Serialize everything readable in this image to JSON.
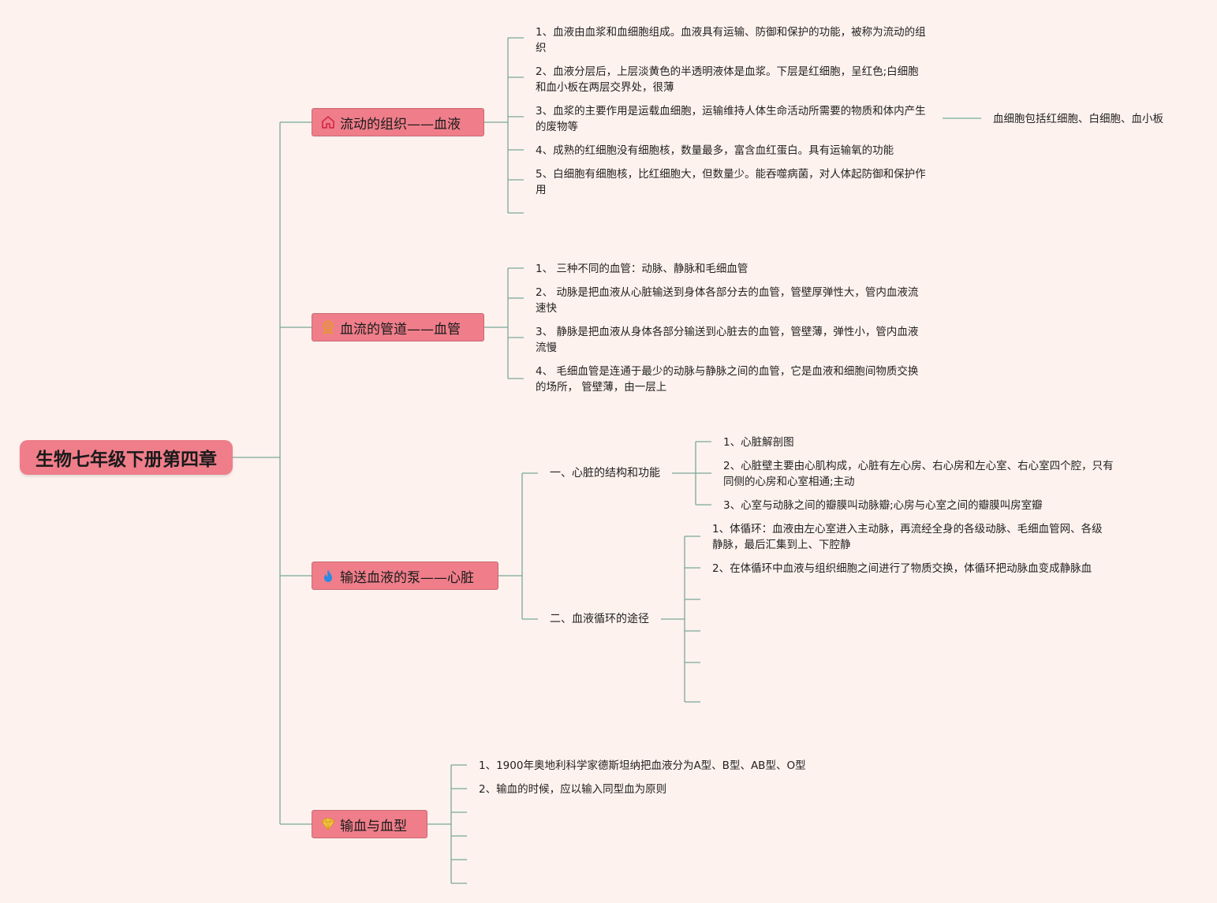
{
  "root": {
    "title": "生物七年级下册第四章"
  },
  "topics": {
    "blood": {
      "title": "流动的组织——血液",
      "items": [
        "1、血液由血浆和血细胞组成。血液具有运输、防御和保护的功能，被称为流动的组织",
        "2、血液分层后，上层淡黄色的半透明液体是血浆。下层是红细胞，呈红色;白细胞和血小板在两层交界处，很薄",
        "3、血浆的主要作用是运载血细胞，运输维持人体生命活动所需要的物质和体内产生的废物等",
        "4、成熟的红细胞没有细胞核，数量最多，富含血红蛋白。具有运输氧的功能",
        "5、白细胞有细胞核，比红细胞大，但数量少。能吞噬病菌，对人体起防御和保护作用"
      ],
      "extra": "血细胞包括红细胞、白细胞、血小板"
    },
    "vessel": {
      "title": "血流的管道——血管",
      "items": [
        "1、 三种不同的血管：动脉、静脉和毛细血管",
        "2、 动脉是把血液从心脏输送到身体各部分去的血管，管壁厚弹性大，管内血液流速快",
        "3、 静脉是把血液从身体各部分输送到心脏去的血管，管壁薄，弹性小，管内血液流慢",
        "4、 毛细血管是连通于最少的动脉与静脉之间的血管，它是血液和细胞间物质交换的场所， 管壁薄，由一层上"
      ]
    },
    "heart": {
      "title": "输送血液的泵——心脏",
      "structure": {
        "title": "一、心脏的结构和功能",
        "items": [
          "1、心脏解剖图",
          "2、心脏壁主要由心肌构成，心脏有左心房、右心房和左心室、右心室四个腔，只有同侧的心房和心室相通;主动",
          "3、心室与动脉之间的瓣膜叫动脉瓣;心房与心室之间的瓣膜叫房室瓣"
        ]
      },
      "circulation": {
        "title": "二、血液循环的途径",
        "items": [
          "1、体循环：血液由左心室进入主动脉，再流经全身的各级动脉、毛细血管网、各级静脉，最后汇集到上、下腔静",
          "2、在体循环中血液与组织细胞之间进行了物质交换，体循环把动脉血变成静脉血"
        ]
      }
    },
    "transfusion": {
      "title": "输血与血型",
      "items": [
        "1、1900年奥地利科学家德斯坦纳把血液分为A型、B型、AB型、O型",
        "2、输血的时候，应以输入同型血为原则"
      ]
    }
  },
  "colors": {
    "background": "#fdf2ee",
    "topic_fill": "#ef7e8a",
    "connector": "#7aa898"
  },
  "icons": [
    "home-icon",
    "award-icon",
    "flame-icon",
    "diamond-icon"
  ]
}
